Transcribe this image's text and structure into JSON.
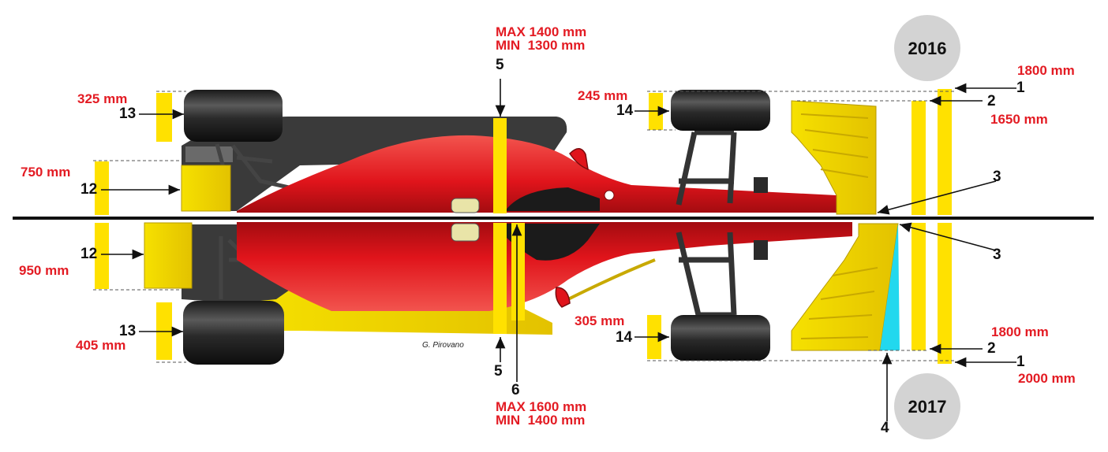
{
  "years": {
    "top": "2016",
    "bottom": "2017"
  },
  "credit": "G. Pirovano",
  "dimensions": {
    "rear_tyre_top": "325 mm",
    "rear_wing_top": "750 mm",
    "rear_wing_bottom": "950 mm",
    "rear_tyre_bottom": "405 mm",
    "front_tyre_top": "245 mm",
    "front_tyre_bottom": "305 mm",
    "width_2016_overall": "1800 mm",
    "front_wing_2016": "1650 mm",
    "front_wing_2017": "1800 mm",
    "width_2017_overall": "2000 mm",
    "floor_2016_max": "MAX 1400 mm",
    "floor_2016_min": "MIN  1300 mm",
    "floor_2017_max": "MAX 1600 mm",
    "floor_2017_min": "MIN  1400 mm"
  },
  "callouts": {
    "c1_top": "1",
    "c2_top": "2",
    "c3_top": "3",
    "c3_bottom": "3",
    "c2_bottom": "2",
    "c1_bottom": "1",
    "c4": "4",
    "c5_top": "5",
    "c5_bottom": "5",
    "c6": "6",
    "c12_top": "12",
    "c12_bottom": "12",
    "c13_top": "13",
    "c13_bottom": "13",
    "c14_top": "14",
    "c14_bottom": "14"
  },
  "colors": {
    "car_red": "#e0141b",
    "highlight_yellow": "#ffe100",
    "front_wing_2017_cyan": "#22d8ee",
    "dimension_red": "#e31b23",
    "year_badge_grey": "#d3d3d3",
    "centerline": "#111111"
  }
}
